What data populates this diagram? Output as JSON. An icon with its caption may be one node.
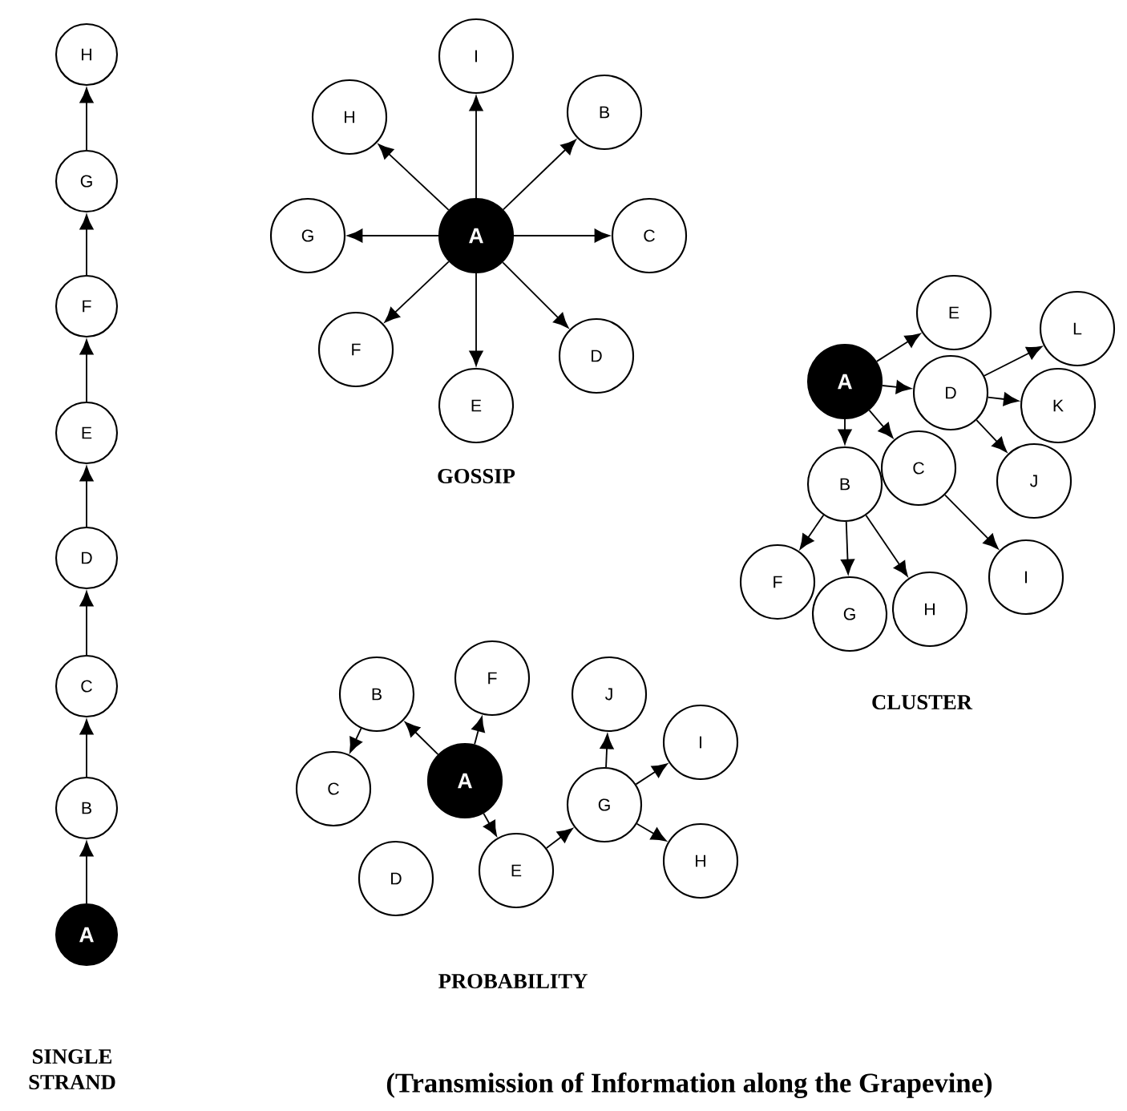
{
  "diagram": {
    "caption": "(Transmission of Information along the Grapevine)",
    "nodes": [
      {
        "text": [
          "H"
        ]
      },
      {
        "text": [
          "G"
        ]
      },
      {
        "text": [
          "F"
        ]
      },
      {
        "text": [
          "E"
        ]
      },
      {
        "text": [
          "D"
        ]
      },
      {
        "text": [
          "C"
        ]
      },
      {
        "text": [
          "B"
        ]
      },
      {
        "text": [
          "A"
        ]
      },
      {
        "text": [
          "I"
        ]
      },
      {
        "text": [
          "H"
        ]
      },
      {
        "text": [
          "B"
        ]
      },
      {
        "text": [
          "G"
        ]
      },
      {
        "text": [
          "A"
        ]
      },
      {
        "text": [
          "C"
        ]
      },
      {
        "text": [
          "F"
        ]
      },
      {
        "text": [
          "D"
        ]
      },
      {
        "text": [
          "E"
        ]
      },
      {
        "text": [
          "E"
        ]
      },
      {
        "text": [
          "L"
        ]
      },
      {
        "text": [
          "A"
        ]
      },
      {
        "text": [
          "D"
        ]
      },
      {
        "text": [
          "K"
        ]
      },
      {
        "text": [
          "C"
        ]
      },
      {
        "text": [
          "J"
        ]
      },
      {
        "text": [
          "B"
        ]
      },
      {
        "text": [
          "I"
        ]
      },
      {
        "text": [
          "F"
        ]
      },
      {
        "text": [
          "H"
        ]
      },
      {
        "text": [
          "G"
        ]
      },
      {
        "text": [
          "F"
        ]
      },
      {
        "text": [
          "B"
        ]
      },
      {
        "text": [
          "J"
        ]
      },
      {
        "text": [
          "I"
        ]
      },
      {
        "text": [
          "A"
        ]
      },
      {
        "text": [
          "C"
        ]
      },
      {
        "text": [
          "G"
        ]
      },
      {
        "text": [
          "H"
        ]
      },
      {
        "text": [
          "E"
        ]
      },
      {
        "text": [
          "D"
        ]
      }
    ],
    "edges": [
      {
        "from": 7,
        "to": 6,
        "arrow": "to"
      },
      {
        "from": 6,
        "to": 5,
        "arrow": "to"
      },
      {
        "from": 5,
        "to": 4,
        "arrow": "to"
      },
      {
        "from": 4,
        "to": 3,
        "arrow": "to"
      },
      {
        "from": 3,
        "to": 2,
        "arrow": "to"
      },
      {
        "from": 2,
        "to": 1,
        "arrow": "to"
      },
      {
        "from": 1,
        "to": 0,
        "arrow": "to"
      },
      {
        "from": 12,
        "to": 8,
        "arrow": "to"
      },
      {
        "from": 12,
        "to": 10,
        "arrow": "to"
      },
      {
        "from": 12,
        "to": 13,
        "arrow": "to"
      },
      {
        "from": 12,
        "to": 15,
        "arrow": "to"
      },
      {
        "from": 12,
        "to": 16,
        "arrow": "to"
      },
      {
        "from": 12,
        "to": 14,
        "arrow": "to"
      },
      {
        "from": 12,
        "to": 11,
        "arrow": "to"
      },
      {
        "from": 12,
        "to": 9,
        "arrow": "to"
      },
      {
        "from": 19,
        "to": 17,
        "arrow": "to"
      },
      {
        "from": 19,
        "to": 20,
        "arrow": "to"
      },
      {
        "from": 19,
        "to": 24,
        "arrow": "to"
      },
      {
        "from": 19,
        "to": 22,
        "arrow": "to"
      },
      {
        "from": 20,
        "to": 18,
        "arrow": "to"
      },
      {
        "from": 20,
        "to": 21,
        "arrow": "to"
      },
      {
        "from": 20,
        "to": 23,
        "arrow": "to"
      },
      {
        "from": 24,
        "to": 26,
        "arrow": "to"
      },
      {
        "from": 24,
        "to": 28,
        "arrow": "to"
      },
      {
        "from": 24,
        "to": 27,
        "arrow": "to"
      },
      {
        "from": 22,
        "to": 25,
        "arrow": "to"
      },
      {
        "from": 33,
        "to": 30,
        "arrow": "to"
      },
      {
        "from": 30,
        "to": 34,
        "arrow": "to"
      },
      {
        "from": 33,
        "to": 29,
        "arrow": "to"
      },
      {
        "from": 33,
        "to": 37,
        "arrow": "to"
      },
      {
        "from": 37,
        "to": 35,
        "arrow": "to"
      },
      {
        "from": 35,
        "to": 31,
        "arrow": "to"
      },
      {
        "from": 35,
        "to": 32,
        "arrow": "to"
      },
      {
        "from": 35,
        "to": 36,
        "arrow": "to"
      }
    ],
    "labels": [
      "GOSSIP",
      "CLUSTER",
      "PROBABILITY",
      "SINGLE STRAND"
    ]
  }
}
